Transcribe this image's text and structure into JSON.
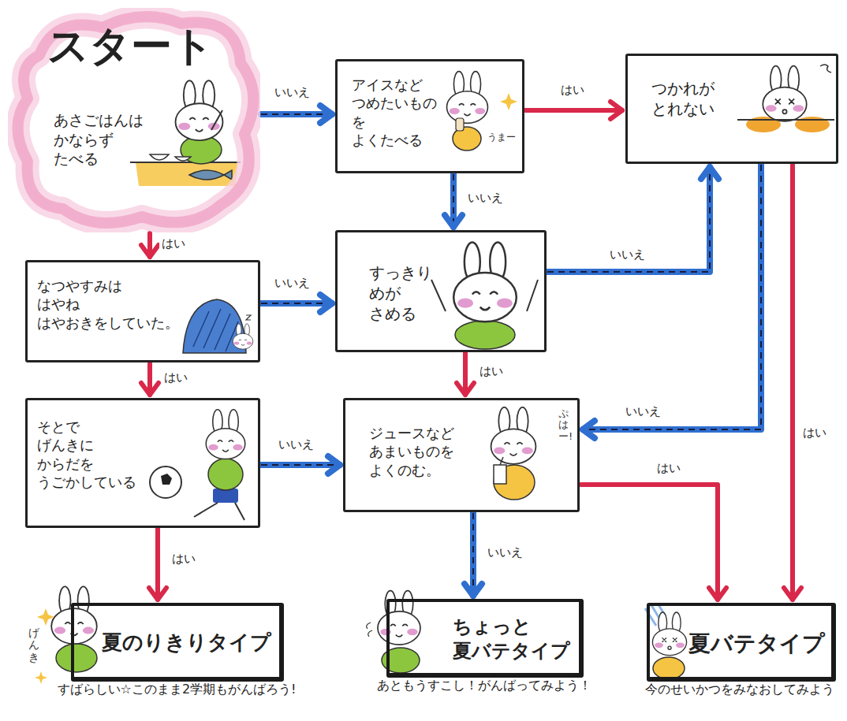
{
  "diagram": {
    "nodes": [
      {
        "text": [
          "スタート",
          "あさごはんは かならず たべる"
        ]
      },
      {
        "text": [
          "アイスなど つめたいもの を よくたべる"
        ]
      },
      {
        "text": [
          "つかれが とれない"
        ]
      },
      {
        "text": [
          "なつやすみは はやね はやおきをしていた。"
        ]
      },
      {
        "text": [
          "すっきり めが さめる"
        ]
      },
      {
        "text": [
          "そとで げんきに からだを うごかしている"
        ]
      },
      {
        "text": [
          "ジュースなど あまいものを よくのむ。"
        ]
      },
      {
        "text": [
          "夏のりきりタイプ",
          "すばらしい☆このまま2学期もがんばろう!"
        ]
      },
      {
        "text": [
          "ちょっと 夏バテタイプ",
          "あともうすこし！がんばってみよう！"
        ]
      },
      {
        "text": [
          "夏バテタイプ",
          "今のせいかつをみなおしてみよう"
        ]
      }
    ],
    "edges": [
      {
        "from": 0,
        "to": 1,
        "label": "いいえ",
        "arrow": "to"
      },
      {
        "from": 0,
        "to": 3,
        "label": "はい",
        "arrow": "to"
      },
      {
        "from": 1,
        "to": 2,
        "label": "はい",
        "arrow": "to"
      },
      {
        "from": 1,
        "to": 4,
        "label": "いいえ",
        "arrow": "to"
      },
      {
        "from": 3,
        "to": 4,
        "label": "いいえ",
        "arrow": "to"
      },
      {
        "from": 3,
        "to": 5,
        "label": "はい",
        "arrow": "to"
      },
      {
        "from": 4,
        "to": 2,
        "label": "いいえ",
        "arrow": "to"
      },
      {
        "from": 4,
        "to": 6,
        "label": "はい",
        "arrow": "to"
      },
      {
        "from": 5,
        "to": 6,
        "label": "いいえ",
        "arrow": "to"
      },
      {
        "from": 5,
        "to": 7,
        "label": "はい",
        "arrow": "to"
      },
      {
        "from": 2,
        "to": 6,
        "label": "いいえ",
        "arrow": "to"
      },
      {
        "from": 2,
        "to": 9,
        "label": "はい",
        "arrow": "to"
      },
      {
        "from": 6,
        "to": 9,
        "label": "はい",
        "arrow": "to"
      },
      {
        "from": 6,
        "to": 8,
        "label": "いいえ",
        "arrow": "to"
      }
    ],
    "labels": [
      "うまー",
      "ぷはー!",
      "げんき"
    ]
  }
}
